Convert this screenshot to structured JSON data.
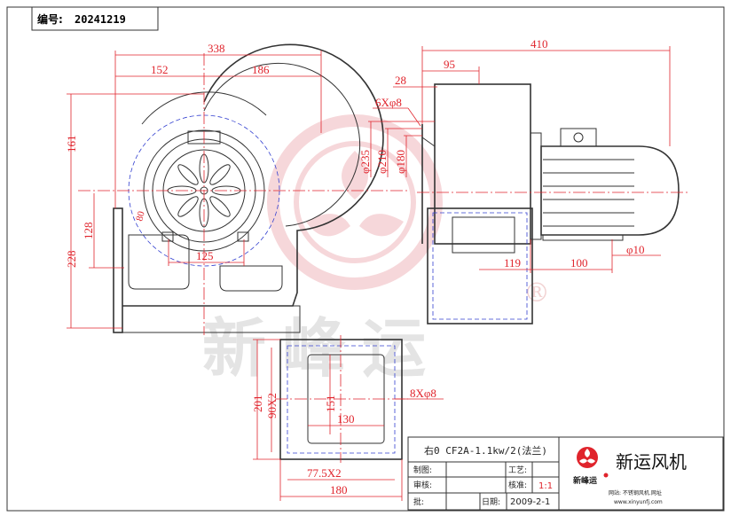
{
  "header": {
    "label": "编号:",
    "number": "20241219"
  },
  "front_view": {
    "dims": {
      "overall_width": "338",
      "left_width": "152",
      "right_width": "186",
      "upper_height": "161",
      "flange_height": "128",
      "overall_height": "228",
      "foot_spacing": "125",
      "angle": "80"
    }
  },
  "side_view": {
    "dims": {
      "overall_length": "410",
      "housing_depth": "95",
      "flange_offset": "28",
      "bolts": "6Xφ8",
      "d1": "φ235",
      "d2": "φ210",
      "d3": "φ180",
      "foot_a": "119",
      "foot_b": "100",
      "foot_hole": "φ10"
    }
  },
  "outlet_view": {
    "dims": {
      "height": "201",
      "bolt_pitch_v": "90X2",
      "inner_height": "151",
      "inner_width": "130",
      "bolts": "8Xφ8",
      "bolt_pitch_h": "77.5X2",
      "width": "180"
    }
  },
  "watermark": {
    "text": "新峰运",
    "mark": "®"
  },
  "title_block": {
    "model": "右0 CF2A-1.1kw/2(法兰)",
    "drawn_label": "制图:",
    "review_label": "审核:",
    "approve_label": "批:",
    "process_label": "工艺:",
    "check_label": "核准:",
    "scale": "1:1",
    "date_label": "日期:",
    "date": "2009-2-1",
    "company": "新运风机",
    "logo_text": "新峰运",
    "website_line1": "网站: 不锈钢风机.网址",
    "website_line2": "www.xinyunfj.com"
  },
  "colors": {
    "dimension": "#e0242c",
    "outline": "#333333",
    "hidden": "#3340d0",
    "watermark": "#f0b8bc"
  }
}
